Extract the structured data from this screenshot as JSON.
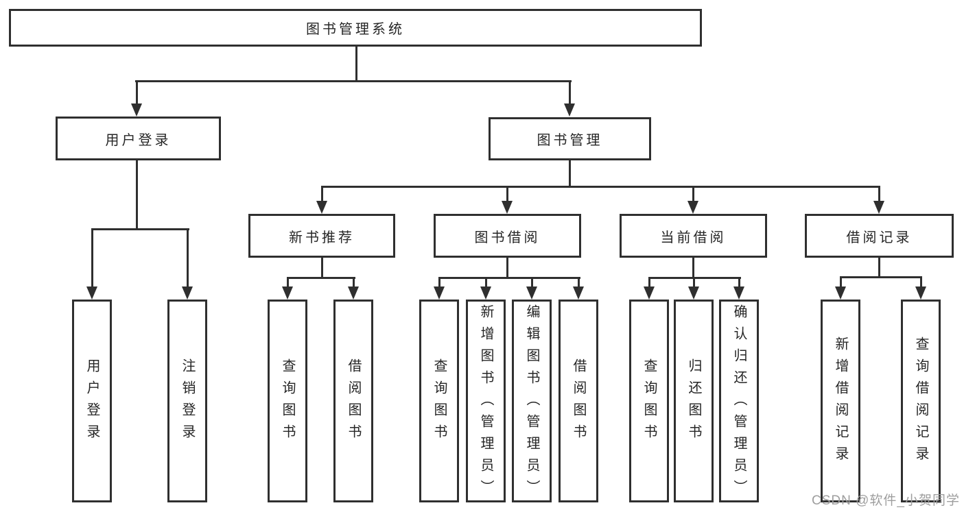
{
  "diagram": {
    "root": {
      "label": "图书管理系统"
    },
    "level2": {
      "user_login": {
        "label": "用户登录"
      },
      "book_management": {
        "label": "图书管理"
      }
    },
    "level3": {
      "new_book_recommend": {
        "label": "新书推荐"
      },
      "book_borrowing": {
        "label": "图书借阅"
      },
      "current_borrowing": {
        "label": "当前借阅"
      },
      "borrowing_records": {
        "label": "借阅记录"
      }
    },
    "level4": {
      "user_login_children": [
        "用户登录",
        "注销登录"
      ],
      "new_book_recommend_children": [
        "查询图书",
        "借阅图书"
      ],
      "book_borrowing_children": [
        "查询图书",
        "新增图书（管理员）",
        "编辑图书（管理员）",
        "借阅图书"
      ],
      "current_borrowing_children": [
        "查询图书",
        "归还图书",
        "确认归还（管理员）"
      ],
      "borrowing_records_children": [
        "新增借阅记录",
        "查询借阅记录"
      ]
    },
    "watermark": "CSDN @软件_小贺同学",
    "colors": {
      "line": "#2f2f2f",
      "box_border": "#2f2f2f",
      "text": "#262626",
      "watermark": "#9e9e9e",
      "background": "#ffffff"
    }
  }
}
